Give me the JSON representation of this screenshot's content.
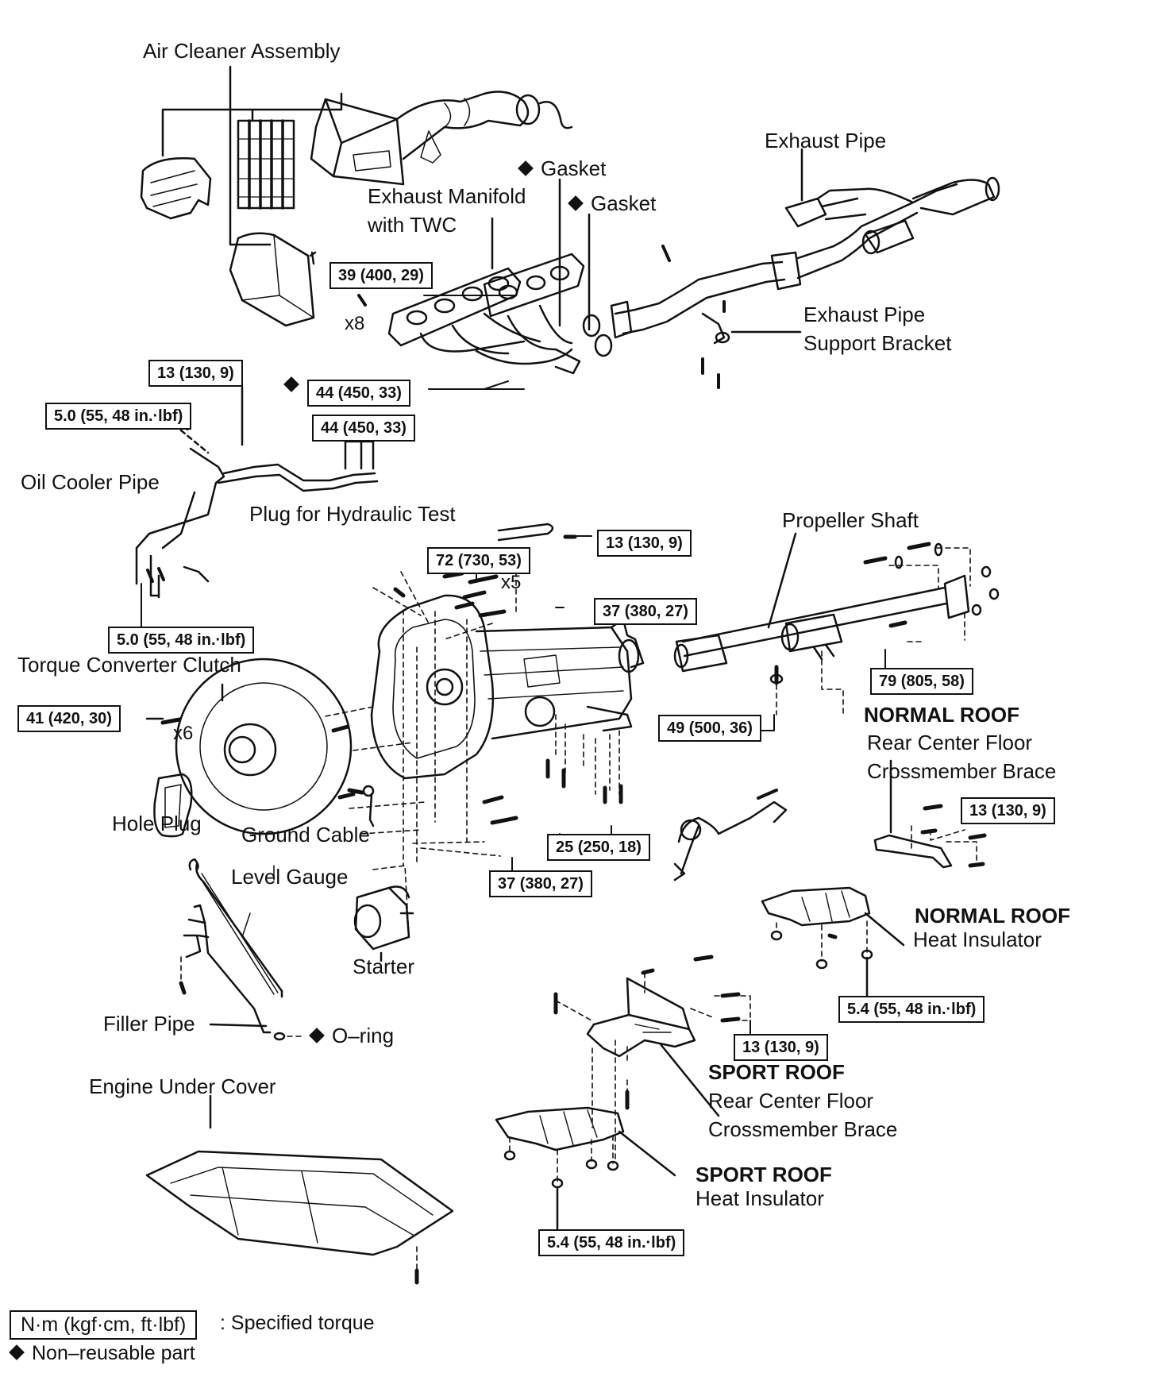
{
  "labels": {
    "air_cleaner": "Air Cleaner Assembly",
    "exhaust_pipe": "Exhaust Pipe",
    "gasket_1": "Gasket",
    "gasket_2": "Gasket",
    "exhaust_manifold_1": "Exhaust Manifold",
    "exhaust_manifold_2": "with TWC",
    "exhaust_support_1": "Exhaust Pipe",
    "exhaust_support_2": "Support Bracket",
    "oil_cooler_pipe": "Oil Cooler Pipe",
    "plug_hydraulic": "Plug for Hydraulic Test",
    "propeller_shaft": "Propeller Shaft",
    "torque_converter": "Torque Converter Clutch",
    "hole_plug": "Hole Plug",
    "ground_cable": "Ground Cable",
    "normal_roof_brace_1": "NORMAL ROOF",
    "normal_roof_brace_2": "Rear Center Floor",
    "normal_roof_brace_3": "Crossmember Brace",
    "level_gauge": "Level Gauge",
    "starter": "Starter",
    "normal_roof_heat_1": "NORMAL ROOF",
    "normal_roof_heat_2": "Heat Insulator",
    "filler_pipe": "Filler Pipe",
    "o_ring": "O–ring",
    "sport_roof_brace_1": "SPORT ROOF",
    "sport_roof_brace_2": "Rear Center Floor",
    "sport_roof_brace_3": "Crossmember Brace",
    "engine_under_cover": "Engine Under Cover",
    "sport_roof_heat_1": "SPORT ROOF",
    "sport_roof_heat_2": "Heat Insulator"
  },
  "torques": {
    "t_39_manifold": "39 (400, 29)",
    "t_13_oil_upper": "13 (130, 9)",
    "t_44_manifold": "44 (450, 33)",
    "t_5_oil_upper": "5.0 (55, 48 in.·lbf)",
    "t_44_oil": "44 (450, 33)",
    "t_13_plug": "13 (130, 9)",
    "t_72_bell": "72 (730, 53)",
    "t_37_upper": "37 (380, 27)",
    "t_5_oil_lower": "5.0 (55, 48 in.·lbf)",
    "t_79_prop": "79 (805, 58)",
    "t_41_torque": "41 (420, 30)",
    "t_49_prop": "49 (500, 36)",
    "t_13_brace": "13 (130, 9)",
    "t_25_mount": "25 (250, 18)",
    "t_37_lower": "37 (380, 27)",
    "t_5_4_normal": "5.4 (55, 48 in.·lbf)",
    "t_13_sport": "13 (130, 9)",
    "t_5_4_sport": "5.4 (55, 48 in.·lbf)"
  },
  "multipliers": {
    "x8": "x8",
    "x5": "x5",
    "x6": "x6"
  },
  "legend": {
    "torque_unit": "N·m (kgf·cm, ft·lbf)",
    "torque_desc": ": Specified torque",
    "non_reusable": "Non–reusable part"
  }
}
